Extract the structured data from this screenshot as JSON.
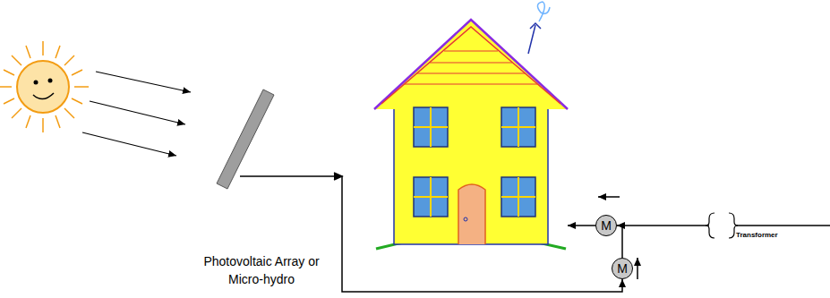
{
  "diagram": {
    "nodes": [
      {
        "text": [
          "Photovoltaic Array or Micro-hydro"
        ]
      },
      {
        "text": [
          "M"
        ]
      },
      {
        "text": [
          "M"
        ]
      }
    ],
    "edges": [
      {
        "from": 0,
        "to": 2,
        "arrow": "to"
      },
      {
        "from": 2,
        "to": 1,
        "arrow": "to"
      }
    ],
    "labels": [
      "Transformer"
    ]
  }
}
